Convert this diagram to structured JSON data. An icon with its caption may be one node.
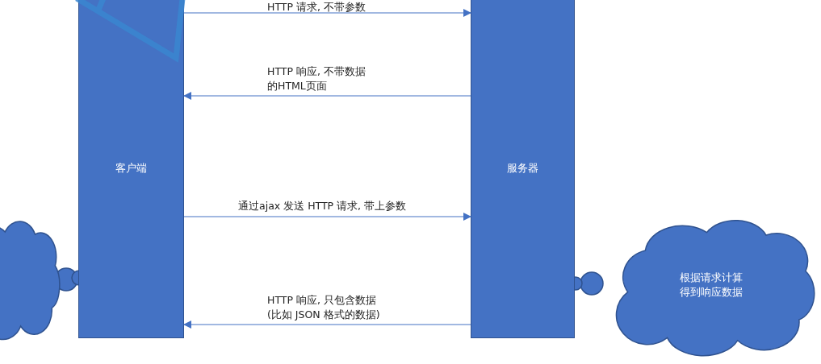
{
  "diagram": {
    "nodes": [
      {
        "text": [
          "客户端"
        ]
      },
      {
        "text": [
          "服务器"
        ]
      },
      {
        "text": [],
        "shape": "cloud"
      },
      {
        "text": [
          "根据请求计算得到响应数据"
        ]
      }
    ],
    "edges": [
      {
        "from": 0,
        "to": 1,
        "arrow": "to",
        "label": "HTTP 请求, 不带参数"
      },
      {
        "from": 1,
        "to": 0,
        "arrow": "to",
        "label": "HTTP 响应, 不带数据的HTML页面"
      },
      {
        "from": 0,
        "to": 1,
        "arrow": "to",
        "label": "通过ajax 发送 HTTP 请求, 带上参数"
      },
      {
        "from": 1,
        "to": 0,
        "arrow": "to",
        "label": "HTTP 响应, 只包含数据 (比如 JSON 格式的数据)"
      }
    ]
  }
}
